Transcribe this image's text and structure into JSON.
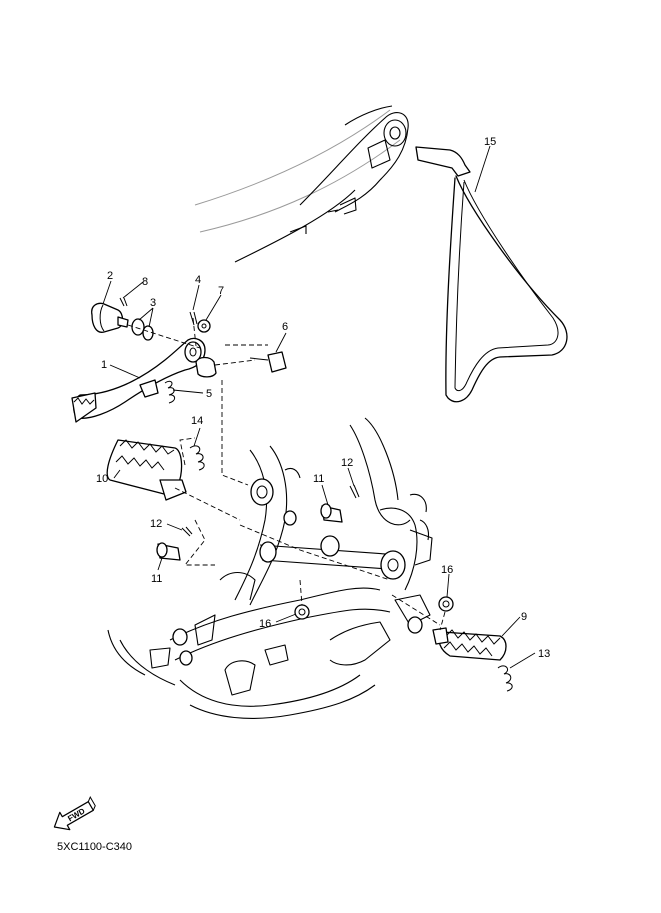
{
  "diagram": {
    "code": "5XC1100-C340",
    "fwd_label": "FWD",
    "callouts": {
      "c1": "1",
      "c2": "2",
      "c3": "3",
      "c4": "4",
      "c5": "5",
      "c6": "6",
      "c7": "7",
      "c8": "8",
      "c9": "9",
      "c10": "10",
      "c11a": "11",
      "c11b": "11",
      "c12a": "12",
      "c12b": "12",
      "c13": "13",
      "c14": "14",
      "c15": "15",
      "c16a": "16",
      "c16b": "16"
    }
  }
}
